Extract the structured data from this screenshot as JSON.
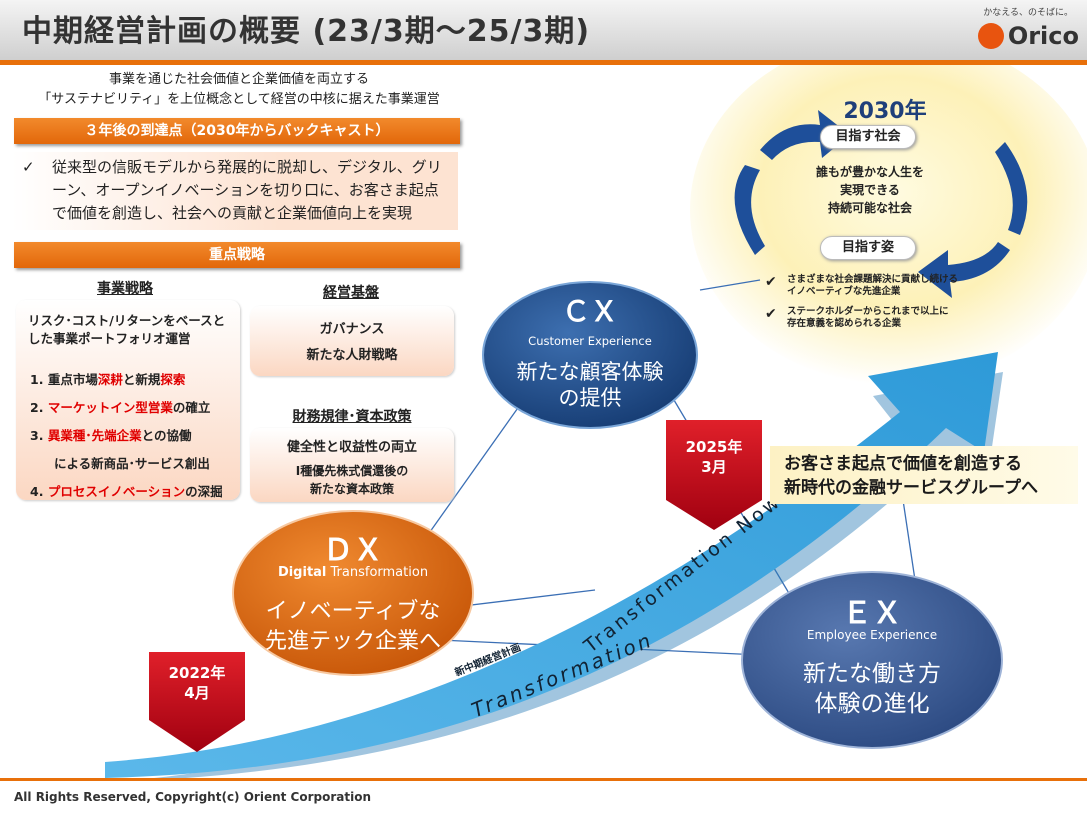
{
  "header": {
    "title": "中期経営計画の概要 (23/3期～25/3期)",
    "tagline": "かなえる、のそばに。",
    "logo_text": "Orico"
  },
  "intro": {
    "line1": "事業を通じた社会価値と企業価値を両立する",
    "line2": "「サステナビリティ」を上位概念として経営の中核に据えた事業運営"
  },
  "goal": {
    "banner": "３年後の到達点（2030年からバックキャスト）",
    "check": "✓",
    "text": "従来型の信販モデルから発展的に脱却し、デジタル、グリーン、オープンイノベーションを切り口に、お客さま起点で価値を創造し、社会への貢献と企業価値向上を実現"
  },
  "strategy": {
    "banner": "重点戦略",
    "business": {
      "heading": "事業戦略",
      "lead1": "リスク･コスト/リターンをベースと",
      "lead2": "した事業ポートフォリオ運営",
      "items": [
        {
          "num": "1.",
          "pre": "重点市場",
          "r1": "深耕",
          "mid": "と新規",
          "r2": "探索",
          "post": ""
        },
        {
          "num": "2.",
          "pre": "",
          "r1": "マーケットイン型営業",
          "mid": "の確立",
          "r2": "",
          "post": ""
        },
        {
          "num": "3.",
          "pre": "",
          "r1": "異業種･先端企業",
          "mid": "との協働",
          "r2": "",
          "post": ""
        },
        {
          "num": "",
          "pre": "による新商品･サービス創出",
          "r1": "",
          "mid": "",
          "r2": "",
          "post": ""
        },
        {
          "num": "4.",
          "pre": "",
          "r1": "プロセスイノベーション",
          "mid": "の深掘",
          "r2": "",
          "post": ""
        }
      ]
    },
    "foundation": {
      "heading": "経営基盤",
      "line1": "ガバナンス",
      "line2": "新たな人財戦略"
    },
    "finance": {
      "heading": "財務規律･資本政策",
      "line1": "健全性と収益性の両立",
      "line2": "I種優先株式償還後の",
      "line3": "新たな資本政策"
    }
  },
  "vision": {
    "year": "2030年",
    "society_label": "目指す社会",
    "society_l1": "誰もが豊かな人生を",
    "society_l2": "実現できる",
    "society_l3": "持続可能な社会",
    "aim_label": "目指す姿",
    "aim1_l1": "さまざまな社会課題解決に貢献し続ける",
    "aim1_l2": "イノベーティブな先進企業",
    "aim2_l1": "ステークホルダーからこれまで以上に",
    "aim2_l2": "存在意義を認められる企業"
  },
  "cx": {
    "title": "ＣＸ",
    "sub": "Customer Experience",
    "l1": "新たな顧客体験",
    "l2": "の提供"
  },
  "dx": {
    "title": "ＤＸ",
    "sub_bold": "Digital",
    "sub_rest": " Transformation",
    "l1": "イノベーティブな",
    "l2": "先進テック企業へ"
  },
  "ex": {
    "title": "ＥＸ",
    "sub": "Employee Experience",
    "l1": "新たな働き方",
    "l2": "体験の進化"
  },
  "arrow": {
    "plan_label": "新中期経営計画",
    "slogan_lower": "Transformation",
    "slogan_upper": "Transformation Now!"
  },
  "milestones": {
    "start_l1": "2022年",
    "start_l2": "4月",
    "end_l1": "2025年",
    "end_l2": "3月"
  },
  "tagline_box": {
    "l1": "お客さま起点で価値を創造する",
    "l2": "新時代の金融サービスグループへ"
  },
  "footer": {
    "copyright": "All Rights Reserved, Copyright(c) Orient Corporation"
  },
  "colors": {
    "orange": "#e8700a",
    "navy": "#1f4e8c",
    "dx_orange": "#e06a10",
    "ex_blue": "#3a5a96",
    "arrow": "#3aa6e0",
    "red": "#d0021b"
  }
}
